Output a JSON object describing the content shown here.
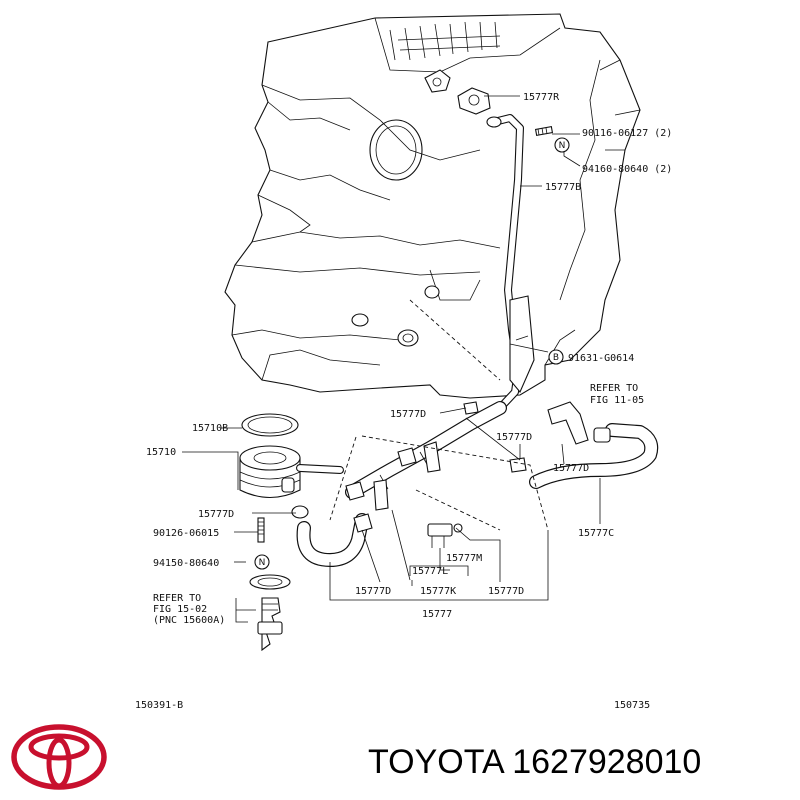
{
  "labels": {
    "p15777R": "15777R",
    "p90116": "90116-06127 (2)",
    "p94160": "94160-80640 (2)",
    "p15777B": "15777B",
    "p91631": "91631-G0614",
    "refer1": "REFER TO",
    "refer1b": "FIG 11-05",
    "p15777D_a": "15777D",
    "p15710B": "15710B",
    "p15710": "15710",
    "p15777D_b": "15777D",
    "p15777D_c": "15777D",
    "p15777D_d": "15777D",
    "p90126": "90126-06015",
    "p94150": "94150-80640",
    "p15777C": "15777C",
    "p15777M": "15777M",
    "p15777L": "15777L",
    "p15777D_e": "15777D",
    "p15777K": "15777K",
    "p15777D_f": "15777D",
    "p15777": "15777",
    "refer2a": "REFER TO",
    "refer2b": "FIG 15-02",
    "refer2c": "(PNC 15600A)",
    "code_left": "150391-B",
    "code_right": "150735"
  },
  "symbols": {
    "n1": "N",
    "b1": "B",
    "n2": "N"
  },
  "brand": {
    "caption": "TOYOTA 1627928010"
  }
}
